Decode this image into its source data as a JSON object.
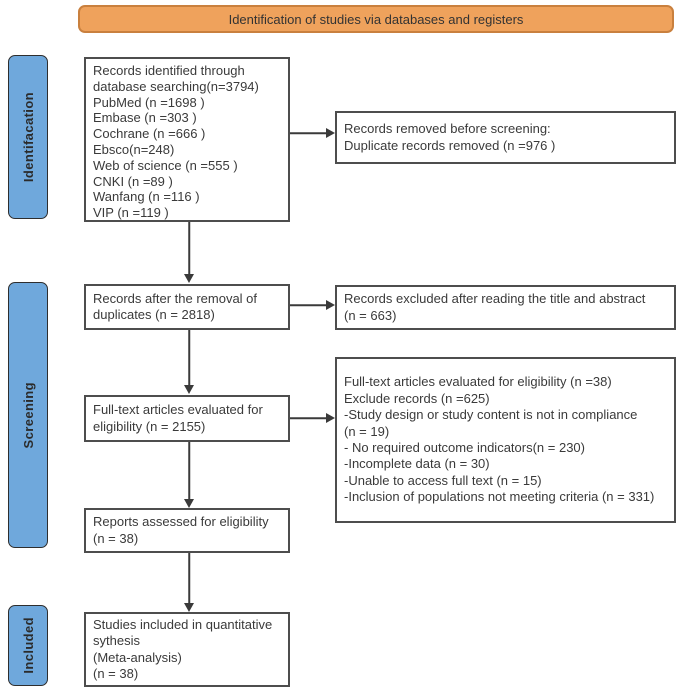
{
  "banner": {
    "label": "Identification of studies via databases and registers"
  },
  "sidebar": {
    "identification_label": "Identifacation",
    "screening_label": "Screening",
    "included_label": "Included"
  },
  "boxes": {
    "records_identified": {
      "lines": [
        "Records identified through",
        "database searching(n=3794)",
        "PubMed (n =1698 )",
        "Embase (n =303 )",
        "Cochrane (n =666 )",
        "Ebsco(n=248)",
        "Web of science (n =555 )",
        "CNKI (n =89 )",
        "Wanfang (n =116 )",
        "VIP (n =119 )"
      ]
    },
    "records_removed": {
      "lines": [
        "Records removed before screening:",
        "Duplicate records removed (n =976 )"
      ]
    },
    "records_after_removal": {
      "lines": [
        "Records after the removal of",
        "duplicates (n = 2818)"
      ]
    },
    "records_excluded": {
      "lines": [
        "Records excluded after reading the title and abstract",
        "(n = 663)"
      ]
    },
    "fulltext_evaluated": {
      "lines": [
        "Full-text articles evaluated for",
        "eligibility (n = 2155)"
      ]
    },
    "fulltext_excluded": {
      "lines": [
        "Full-text articles evaluated for eligibility (n =38)",
        "Exclude records (n =625)",
        "-Study design or study content is not in compliance",
        "(n = 19)",
        "- No required outcome indicators(n = 230)",
        "-Incomplete data (n = 30)",
        "-Unable to access full text (n = 15)",
        "-Inclusion of populations not meeting criteria (n = 331)"
      ]
    },
    "reports_assessed": {
      "lines": [
        "Reports assessed for eligibility",
        "(n = 38)"
      ]
    },
    "studies_included": {
      "lines": [
        "Studies included in quantitative",
        "sythesis",
        "(Meta-analysis)",
        "(n = 38)"
      ]
    }
  },
  "colors": {
    "banner_fill": "#EFA25C",
    "banner_border": "#C9803E",
    "stage_fill": "#6FA8DC",
    "box_border": "#4D4D4D",
    "arrow": "#3A3A3A",
    "text": "#3A3A3A"
  }
}
